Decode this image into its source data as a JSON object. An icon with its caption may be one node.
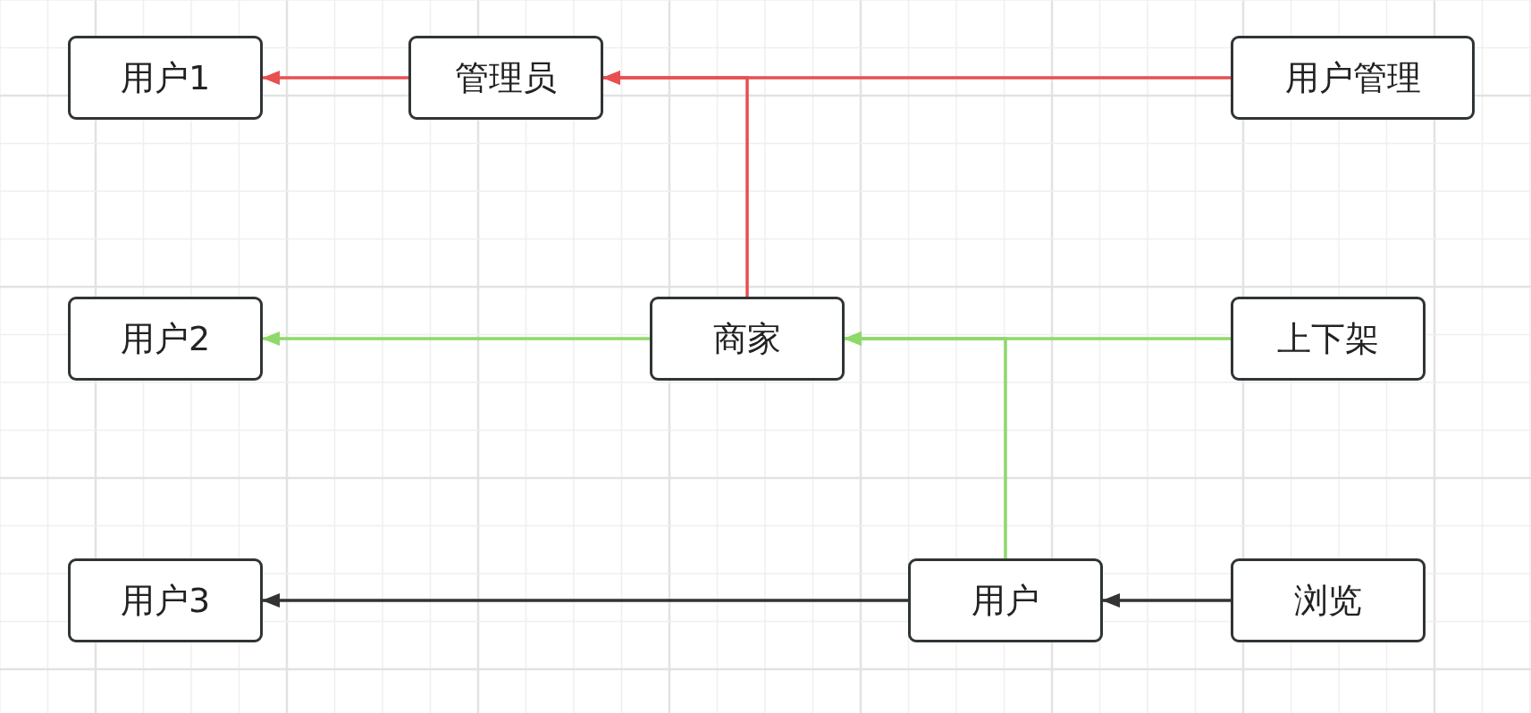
{
  "diagram": {
    "nodes": [
      {
        "text": [
          "用户1"
        ]
      },
      {
        "text": [
          "管理员"
        ]
      },
      {
        "text": [
          "用户管理"
        ]
      },
      {
        "text": [
          "用户2"
        ]
      },
      {
        "text": [
          "商家"
        ]
      },
      {
        "text": [
          "上下架"
        ]
      },
      {
        "text": [
          "用户3"
        ]
      },
      {
        "text": [
          "用户"
        ]
      },
      {
        "text": [
          "浏览"
        ]
      }
    ],
    "edges": [
      {
        "from": 2,
        "to": 1,
        "arrow": "to",
        "color": "#e85050"
      },
      {
        "from": 4,
        "to": 1,
        "arrow": "to",
        "color": "#e85050"
      },
      {
        "from": 1,
        "to": 0,
        "arrow": "to",
        "color": "#e85050"
      },
      {
        "from": 5,
        "to": 4,
        "arrow": "to",
        "color": "#8fd86a"
      },
      {
        "from": 7,
        "to": 4,
        "arrow": "to",
        "color": "#8fd86a"
      },
      {
        "from": 4,
        "to": 3,
        "arrow": "to",
        "color": "#8fd86a"
      },
      {
        "from": 8,
        "to": 7,
        "arrow": "to",
        "color": "#333333"
      },
      {
        "from": 7,
        "to": 6,
        "arrow": "to",
        "color": "#333333"
      }
    ]
  }
}
